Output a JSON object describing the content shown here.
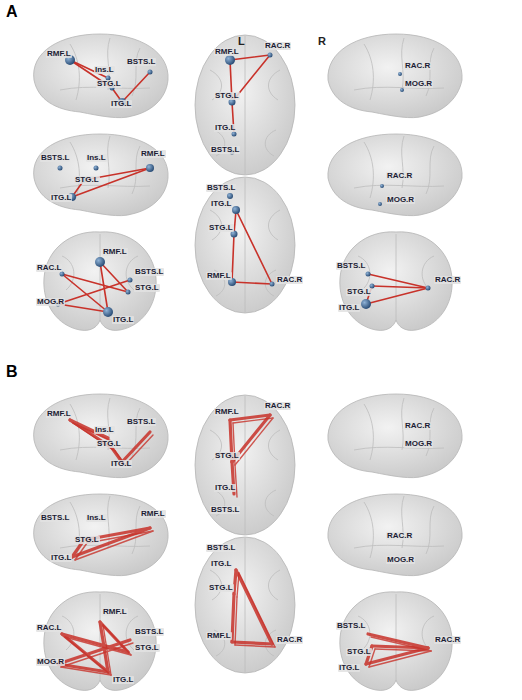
{
  "diagram": {
    "labels": [
      "A",
      "L",
      "R",
      "RMF.L",
      "Ins.L",
      "BSTS.L",
      "STG.L",
      "ITG.L",
      "RMF.L",
      "RAC.R",
      "STG.L",
      "ITG.L",
      "BSTS.L",
      "RAC.R",
      "MOG.R",
      "BSTS.L",
      "Ins.L",
      "STG.L",
      "RMF.L",
      "ITG.L",
      "BSTS.L",
      "ITG.L",
      "STG.L",
      "RMF.L",
      "RAC.R",
      "RAC.R",
      "MOG.R",
      "RAC.L",
      "RMF.L",
      "BSTS.L",
      "STG.L",
      "MOG.R",
      "ITG.L",
      "BSTS.L",
      "STG.L",
      "ITG.L",
      "RAC.R",
      "B",
      "RMF.L",
      "Ins.L",
      "BSTS.L",
      "STG.L",
      "ITG.L",
      "RMF.L",
      "RAC.R",
      "STG.L",
      "ITG.L",
      "BSTS.L",
      "RAC.R",
      "MOG.R",
      "BSTS.L",
      "Ins.L",
      "STG.L",
      "RMF.L",
      "ITG.L",
      "BSTS.L",
      "ITG.L",
      "STG.L",
      "RMF.L",
      "RAC.R",
      "RAC.R",
      "MOG.R",
      "RAC.L",
      "RMF.L",
      "BSTS.L",
      "STG.L",
      "MOG.R",
      "ITG.L",
      "BSTS.L",
      "STG.L",
      "ITG.L",
      "RAC.R"
    ]
  }
}
